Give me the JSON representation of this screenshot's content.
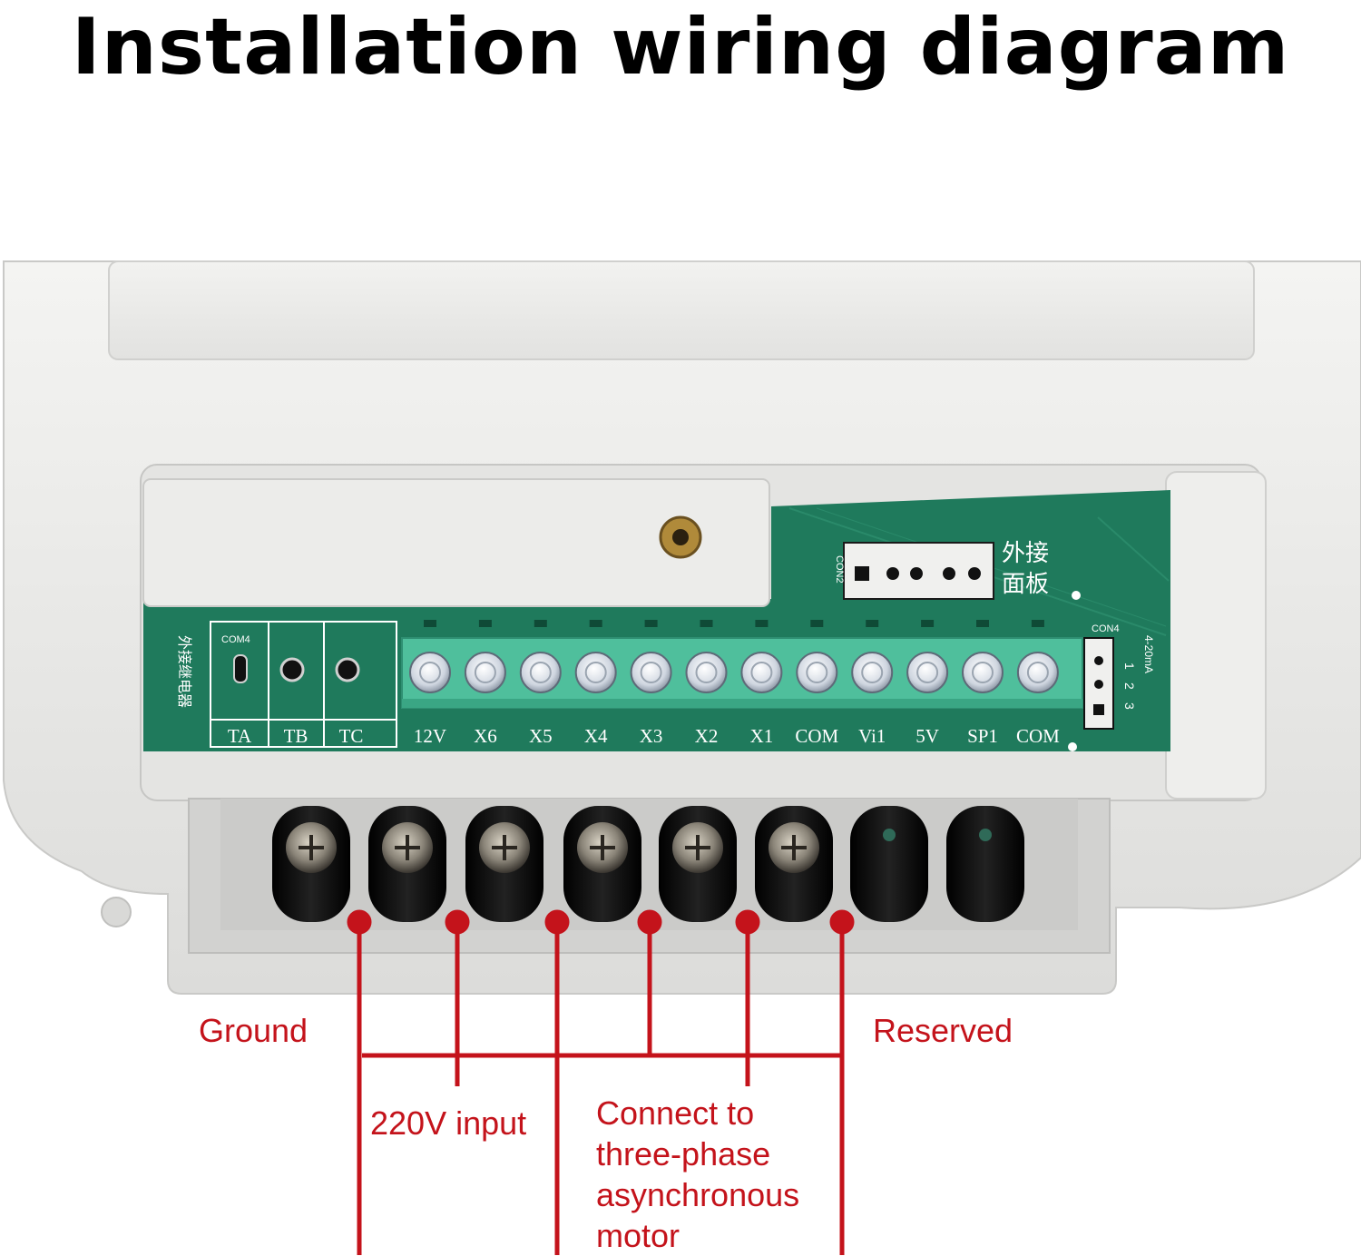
{
  "title": "Installation wiring diagram",
  "labels": {
    "ground": "Ground",
    "reserved": "Reserved",
    "input": "220V input",
    "motor": [
      "Connect to",
      "three-phase",
      "asynchronous",
      "motor"
    ]
  },
  "relay_terminals": [
    "TA",
    "TB",
    "TC"
  ],
  "relay_header": "COM4",
  "relay_side_text": "外接继电器",
  "control_terminals": [
    "12V",
    "X6",
    "X5",
    "X4",
    "X3",
    "X2",
    "X1",
    "COM",
    "Vi1",
    "5V",
    "SP1",
    "COM"
  ],
  "panel_connector": {
    "code": "CON2",
    "text": [
      "外接",
      "面板"
    ]
  },
  "analog_connector": {
    "code": "CON4",
    "text": "4-20mA",
    "pins": [
      "1",
      "2",
      "3"
    ]
  },
  "colors": {
    "wire": "#c4131b",
    "pcb": "#1f7a5c",
    "terminal_block": "#4fbf9c",
    "housing": "#ececea"
  }
}
